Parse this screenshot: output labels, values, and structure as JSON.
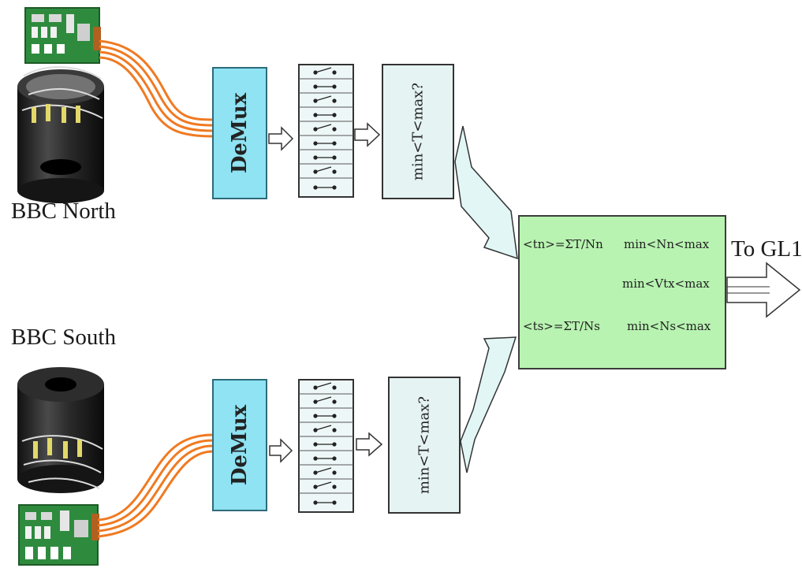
{
  "labels": {
    "north": "BBC North",
    "south": "BBC South",
    "output": "To GL1"
  },
  "demux": {
    "north_label": "DeMux",
    "south_label": "DeMux"
  },
  "condition": {
    "north_label": "min<T<max?",
    "south_label": "min<T<max?"
  },
  "trigger_box": {
    "line1_left": "<tn>=ΣT/Nn",
    "line1_right": "min<Nn<max",
    "line2": "min<Vtx<max",
    "line3_left": "<ts>=ΣT/Ns",
    "line3_right": "min<Ns<max"
  },
  "colors": {
    "demux_fill": "#8fe3f2",
    "condition_fill": "#e6f3f3",
    "trigger_fill": "#b8f3b1",
    "cable": "#f07a22",
    "arrow_fill": "#e2f6f6"
  },
  "icons": {
    "detector": "bbc-detector-icon",
    "board": "electronics-board-icon",
    "switches": "switch-bank-icon"
  }
}
